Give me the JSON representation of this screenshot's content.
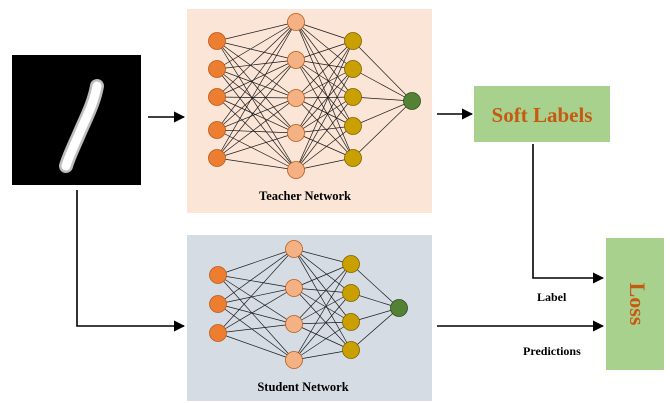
{
  "teacher": {
    "label": "Teacher Network"
  },
  "student": {
    "label": "Student Network"
  },
  "soft_labels": {
    "label": "Soft Labels"
  },
  "loss": {
    "label": "Loss"
  },
  "edges": {
    "label": "Label",
    "predictions": "Predictions"
  },
  "input_image": {
    "description": "handwritten digit 1"
  },
  "colors": {
    "teacher_bg": "#fbe5d6",
    "student_bg": "#d6dce4",
    "input_node": "#ed7d31",
    "hidden_node": "#f4b183",
    "third_layer_node": "#c9a000",
    "output_node": "#548235",
    "green_box": "#a9d18e",
    "box_text": "#c55a11"
  }
}
